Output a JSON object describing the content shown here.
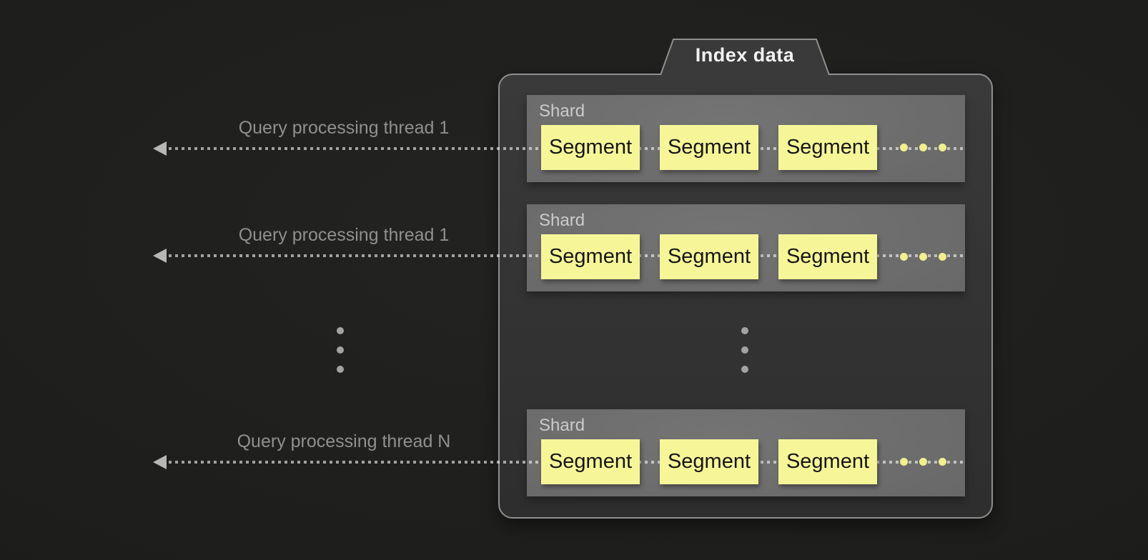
{
  "diagram": {
    "tab_label": "Index data",
    "threads": [
      {
        "label": "Query processing thread 1"
      },
      {
        "label": "Query processing thread 1"
      },
      {
        "label": "Query processing thread N"
      }
    ],
    "shards": [
      {
        "label": "Shard",
        "segments": [
          "Segment",
          "Segment",
          "Segment"
        ]
      },
      {
        "label": "Shard",
        "segments": [
          "Segment",
          "Segment",
          "Segment"
        ]
      },
      {
        "label": "Shard",
        "segments": [
          "Segment",
          "Segment",
          "Segment"
        ]
      }
    ],
    "colors": {
      "background": "#1d1d1b",
      "panel_fill": "#343434",
      "panel_border": "#8f8f8f",
      "shard_fill": "#6a6a6a",
      "shard_label_text": "#cbcbcb",
      "segment_fill": "#f6f699",
      "segment_text": "#161616",
      "dotted_line": "#b5b5b5",
      "arrow_head": "#b7b7b7",
      "thread_label_text": "#909090",
      "tab_text": "#f2f2f2",
      "yellow_dots": "#f1ef8e",
      "ellipsis_dots": "#a3a3a3"
    }
  }
}
